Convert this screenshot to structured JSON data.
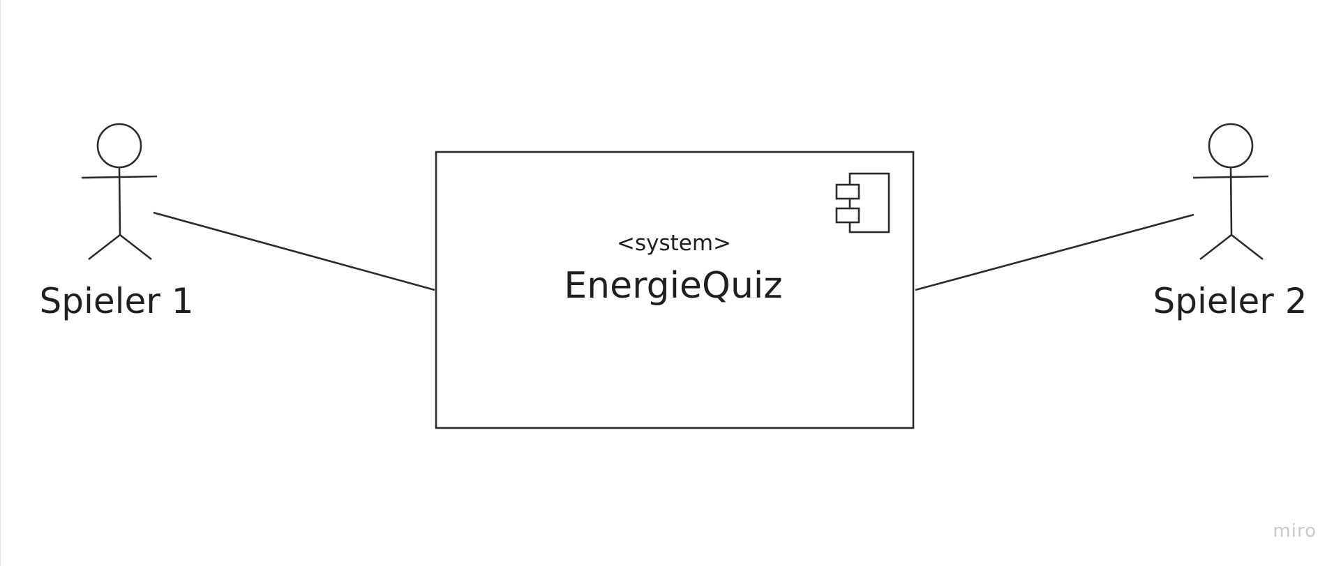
{
  "actors": {
    "left": {
      "label": "Spieler 1"
    },
    "right": {
      "label": "Spieler 2"
    }
  },
  "system": {
    "stereotype": "<system>",
    "name": "EnergieQuiz",
    "icon": "component-icon"
  },
  "watermark": "miro",
  "colors": {
    "line": "#2b2b2b",
    "text": "#1f1f1f",
    "watermark": "#c9c9d3",
    "background": "#ffffff"
  }
}
